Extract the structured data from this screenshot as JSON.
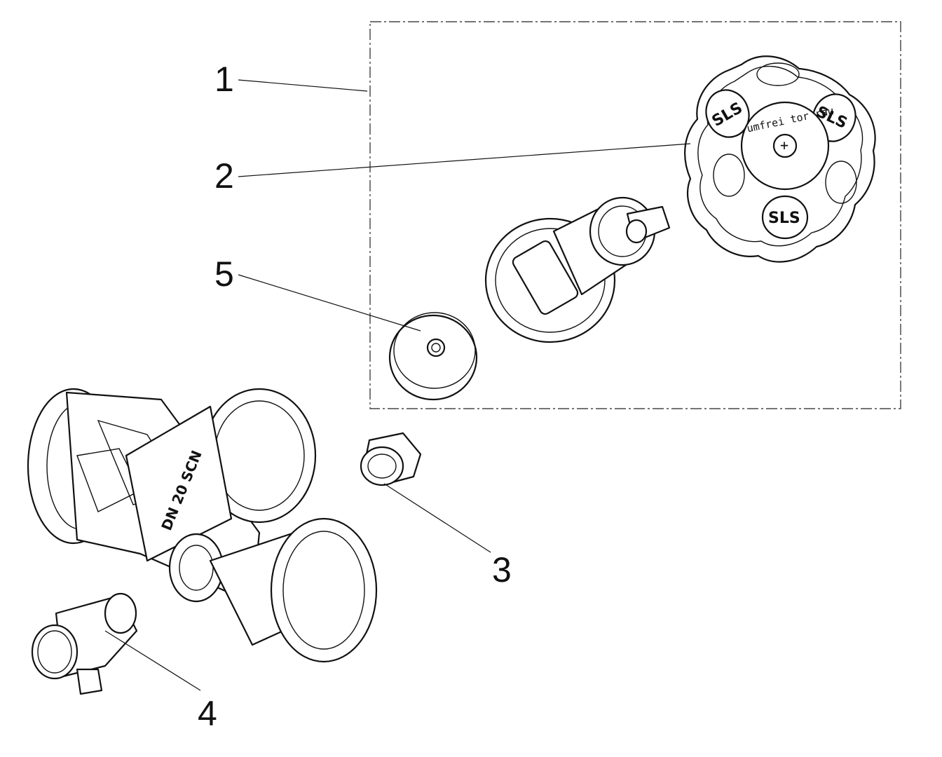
{
  "callouts": [
    {
      "id": "1",
      "label": "1"
    },
    {
      "id": "2",
      "label": "2"
    },
    {
      "id": "3",
      "label": "3"
    },
    {
      "id": "4",
      "label": "4"
    },
    {
      "id": "5",
      "label": "5"
    }
  ],
  "handwheel": {
    "center_text": "+",
    "ring_text": "umfrei  tor  rau",
    "logo_text": "SLS"
  },
  "body_marking": {
    "text": "DN 20 SCN"
  }
}
